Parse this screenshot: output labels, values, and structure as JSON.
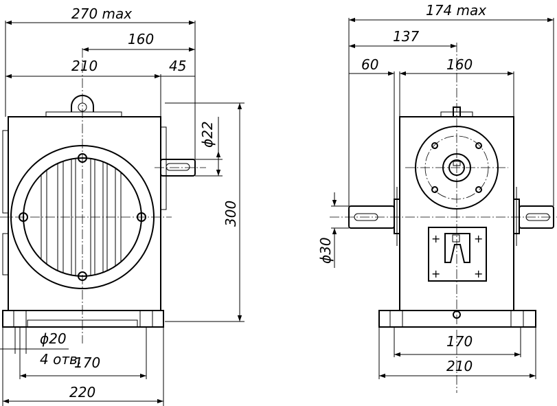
{
  "left_view": {
    "dimensions": {
      "overall_width": "270 max",
      "shaft_offset": "160",
      "body_width": "210",
      "shaft_length": "45",
      "shaft_diameter": "ϕ22",
      "height": "300",
      "hole_diameter": "ϕ20",
      "hole_count": "4 отв.",
      "hole_spacing": "170",
      "base_width": "220"
    }
  },
  "right_view": {
    "dimensions": {
      "overall_width": "174 max",
      "center_offset": "137",
      "shaft_protrusion": "60",
      "body_width": "160",
      "shaft_diameter": "ϕ30",
      "hole_spacing": "170",
      "base_width": "210"
    }
  },
  "colors": {
    "ink": "#000000",
    "paper": "#ffffff"
  }
}
